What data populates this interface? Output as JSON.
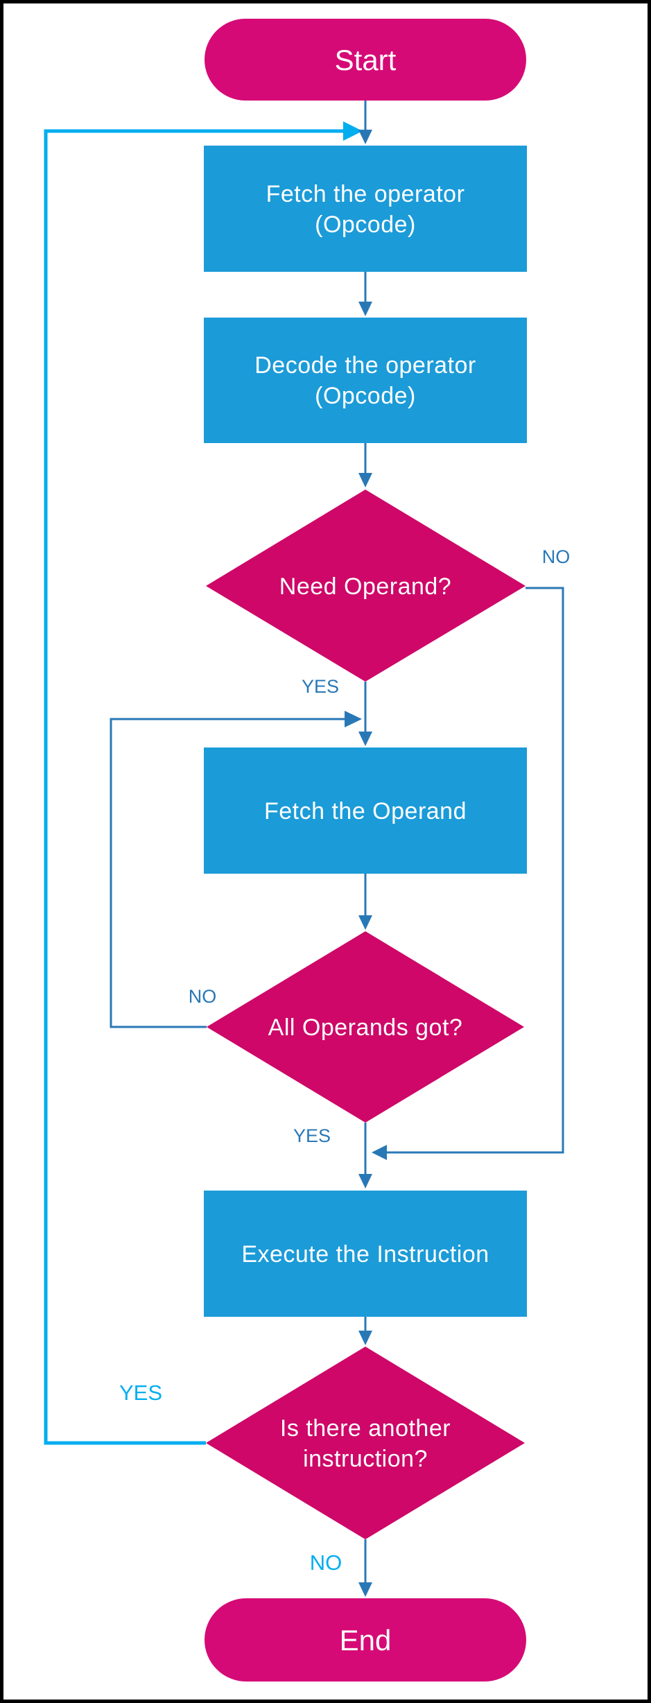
{
  "colors": {
    "terminator_pink": "#D60A76",
    "decision_pink": "#CE0768",
    "process_blue": "#1B9BD8",
    "connector_blue": "#2978B6",
    "loop_cyan": "#00AEEF",
    "shape_text": "#FFFFFF",
    "border_black": "#000000"
  },
  "flowchart": {
    "nodes": {
      "start": "Start",
      "fetch_operator_line1": "Fetch the operator",
      "fetch_operator_line2": "(Opcode)",
      "decode_operator_line1": "Decode the operator",
      "decode_operator_line2": "(Opcode)",
      "need_operand": "Need Operand?",
      "fetch_operand": "Fetch the Operand",
      "all_operands_got": "All Operands got?",
      "execute_instruction": "Execute the Instruction",
      "another_instruction_line1": "Is there another",
      "another_instruction_line2": "instruction?",
      "end": "End"
    },
    "edge_labels": {
      "need_operand_yes": "YES",
      "need_operand_no": "NO",
      "all_operands_got_yes": "YES",
      "all_operands_got_no": "NO",
      "another_instruction_yes": "YES",
      "another_instruction_no": "NO"
    }
  }
}
